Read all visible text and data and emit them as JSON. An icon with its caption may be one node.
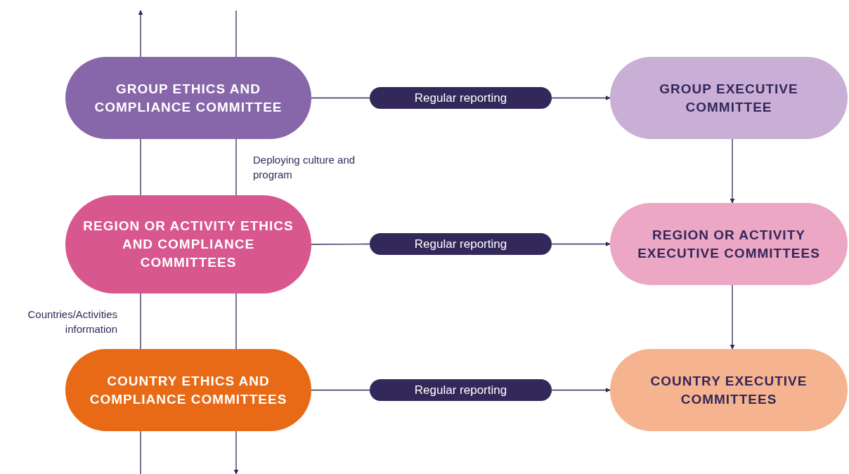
{
  "diagram": {
    "nodes": [
      {
        "text": [
          "GROUP ETHICS AND COMPLIANCE COMMITTEE"
        ]
      },
      {
        "text": [
          "Regular reporting"
        ]
      },
      {
        "text": [
          "GROUP EXECUTIVE COMMITTEE"
        ]
      },
      {
        "text": [
          "REGION OR ACTIVITY ETHICS AND COMPLIANCE COMMITTEES"
        ]
      },
      {
        "text": [
          "Regular reporting"
        ]
      },
      {
        "text": [
          "REGION OR ACTIVITY EXECUTIVE COMMITTEES"
        ]
      },
      {
        "text": [
          "COUNTRY ETHICS AND COMPLIANCE COMMITTEES"
        ]
      },
      {
        "text": [
          "Regular reporting"
        ]
      },
      {
        "text": [
          "COUNTRY EXECUTIVE COMMITTEES"
        ]
      }
    ],
    "edges": [
      {
        "from": 0,
        "to": 1,
        "arrow": "none"
      },
      {
        "from": 1,
        "to": 2,
        "arrow": "to"
      },
      {
        "from": 3,
        "to": 4,
        "arrow": "none"
      },
      {
        "from": 4,
        "to": 5,
        "arrow": "to"
      },
      {
        "from": 6,
        "to": 7,
        "arrow": "none"
      },
      {
        "from": 7,
        "to": 8,
        "arrow": "to"
      },
      {
        "from": 2,
        "to": 5,
        "arrow": "to"
      },
      {
        "from": 5,
        "to": 8,
        "arrow": "to"
      },
      {
        "from": null,
        "to": 6,
        "arrow": "none"
      },
      {
        "from": 6,
        "to": 3,
        "arrow": "none",
        "label": "Countries/Activities information"
      },
      {
        "from": 3,
        "to": 0,
        "arrow": "none"
      },
      {
        "from": 0,
        "to": null,
        "arrow": "to"
      },
      {
        "from": null,
        "to": 0,
        "arrow": "none"
      },
      {
        "from": 0,
        "to": 3,
        "arrow": "none",
        "label": "Deploying culture and program"
      },
      {
        "from": 3,
        "to": 6,
        "arrow": "none"
      },
      {
        "from": 6,
        "to": null,
        "arrow": "to"
      }
    ]
  }
}
